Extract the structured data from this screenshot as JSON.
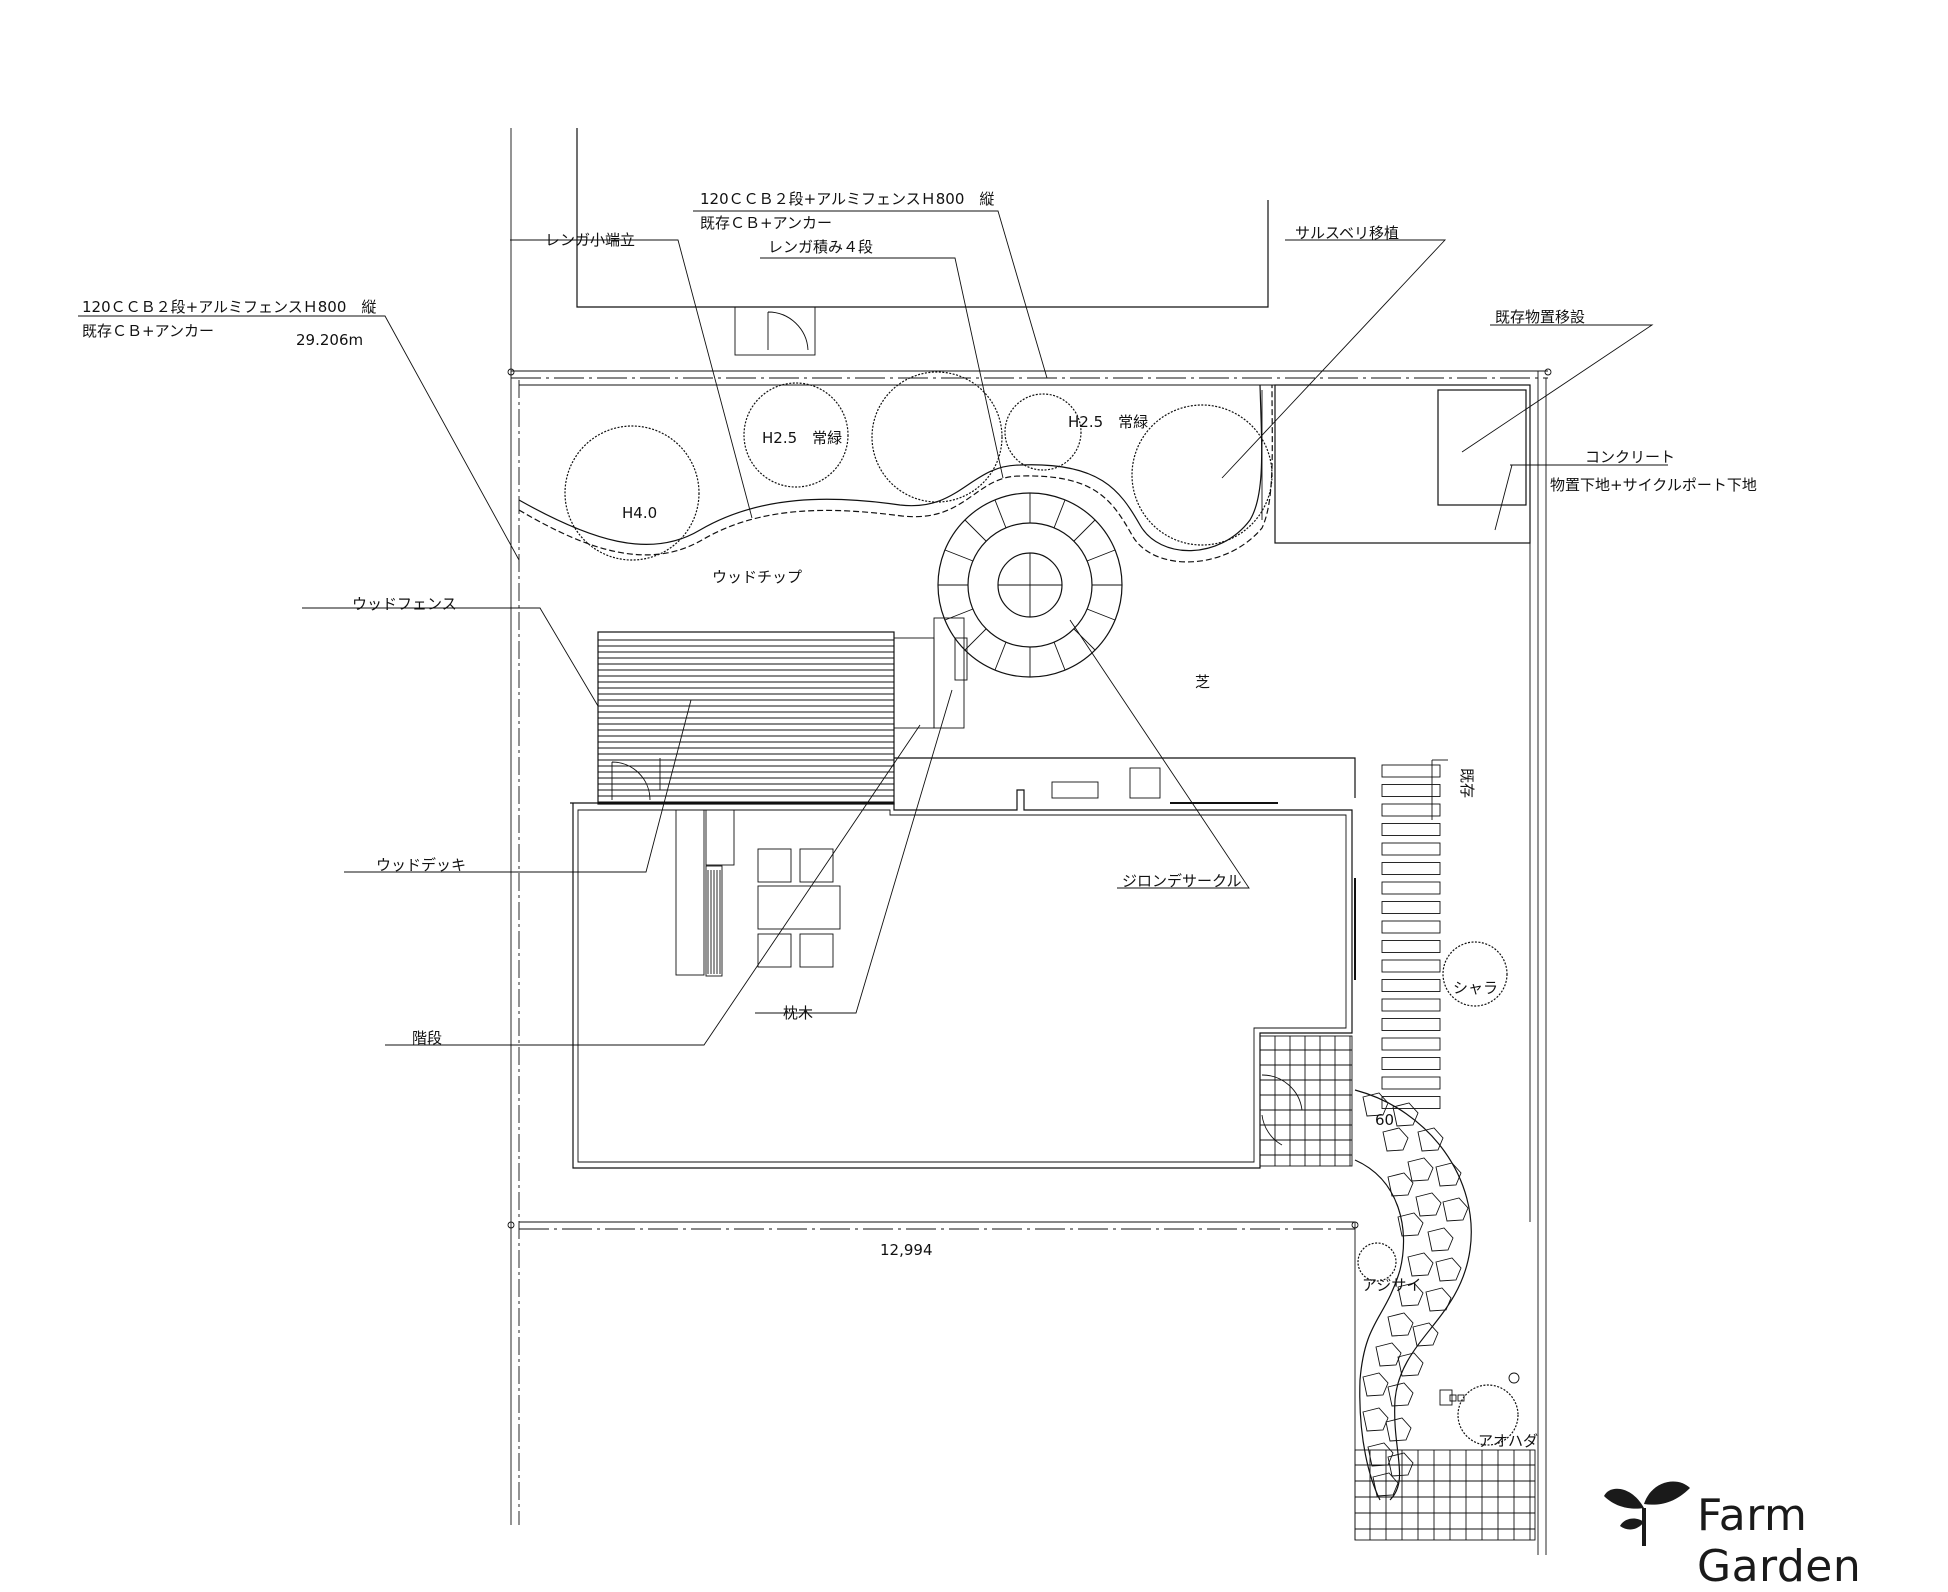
{
  "labels": {
    "fence_top_1": "120ＣＣＢ２段+アルミフェンスＨ800　縦",
    "fence_top_2": "既存ＣＢ+アンカー",
    "fence_left_1": "120ＣＣＢ２段+アルミフェンスＨ800　縦",
    "fence_left_2": "既存ＣＢ+アンカー",
    "length_left": "29.206m",
    "brick_edge": "レンガ小端立",
    "brick_stack": "レンガ積み４段",
    "crape_myrtle": "サルスベリ移植",
    "existing_shed": "既存物置移設",
    "concrete": "コンクリート",
    "concrete_sub": "物置下地+サイクルポート下地",
    "tree_h40": "H4.0",
    "tree_h25_a": "H2.5　常緑",
    "tree_h25_b": "H2.5　常緑",
    "woodchip": "ウッドチップ",
    "wood_fence": "ウッドフェンス",
    "lawn": "芝",
    "existing": "既存",
    "gironde": "ジロンデサークル",
    "wood_deck": "ウッドデッキ",
    "sleeper": "枕木",
    "stairs": "階段",
    "shara": "シャラ",
    "dim_60": "60",
    "dim_bottom": "12,994",
    "ajisai": "アジサイ",
    "aodamo": "アオハダ"
  },
  "brand": {
    "name": "Farm Garden",
    "icon": "leaf-sprout-icon",
    "color": "#1a1a1a"
  }
}
